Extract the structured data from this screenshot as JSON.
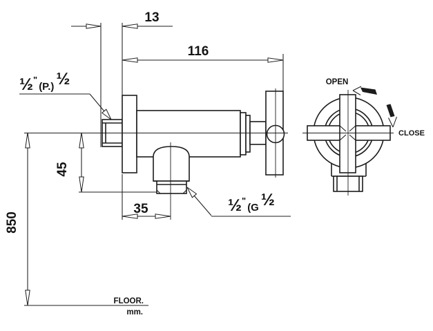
{
  "dimensions": {
    "wall_offset": "13",
    "length": "116",
    "drop": "45",
    "floor_height": "850",
    "outlet_offset": "35"
  },
  "labels": {
    "inlet": {
      "fraction": "½",
      "inch_mark": "\"",
      "connection": "(P.)",
      "fraction2": "½"
    },
    "outlet": {
      "fraction": "½",
      "inch_mark": "\"",
      "connection": "(G",
      "fraction2": "½"
    }
  },
  "handle": {
    "open_label": "OPEN",
    "close_label": "CLOSE"
  },
  "floor": {
    "label": "FLOOR.",
    "unit": "mm."
  },
  "colors": {
    "line": "#1c1c1c",
    "background": "#ffffff"
  }
}
